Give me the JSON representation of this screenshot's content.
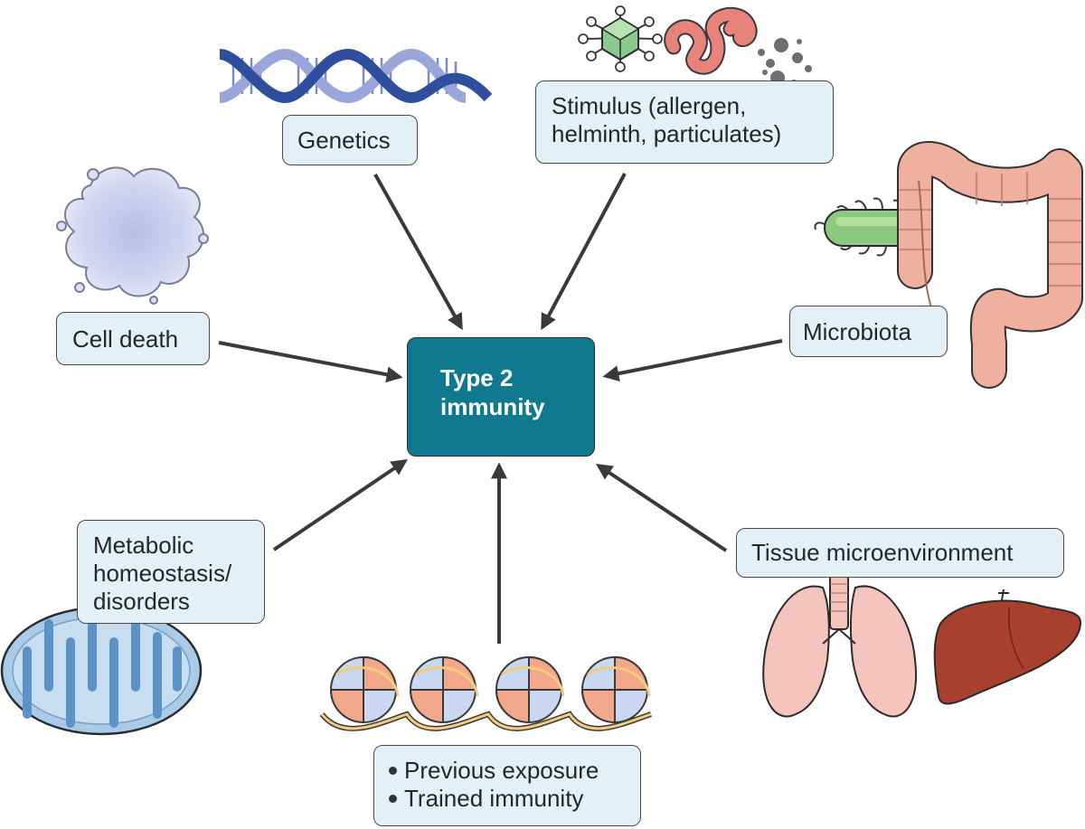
{
  "center": {
    "line1": "Type 2",
    "line2": "immunity"
  },
  "factors": {
    "genetics": "Genetics",
    "stimulus": {
      "line1": "Stimulus (allergen,",
      "line2": "helminth, particulates)"
    },
    "cell_death": "Cell death",
    "microbiota": "Microbiota",
    "metabolic": {
      "line1": "Metabolic",
      "line2": "homeostasis/",
      "line3": "disorders"
    },
    "tissue": "Tissue microenvironment",
    "exposure": {
      "item1": "Previous exposure",
      "item2": "Trained immunity"
    }
  },
  "colors": {
    "center_fill": "#0f7a8f",
    "box_fill": "#e3f1f6",
    "arrow": "#3a3a3a",
    "dna_strand": "#2f4f9e",
    "microbe": "#8bc980",
    "intestine": "#f0b0a0",
    "lung": "#f5c5bd",
    "liver": "#a8402e",
    "mitochondrion": "#a9cbe8",
    "nucleosome_orange": "#f3a88c",
    "nucleosome_blue": "#c9d8f0"
  },
  "icons": [
    "dna-icon",
    "virus-icon",
    "helminth-icon",
    "particulates-icon",
    "dying-cell-icon",
    "bacterium-icon",
    "intestine-icon",
    "mitochondrion-icon",
    "nucleosome-icon",
    "lungs-icon",
    "liver-icon"
  ]
}
